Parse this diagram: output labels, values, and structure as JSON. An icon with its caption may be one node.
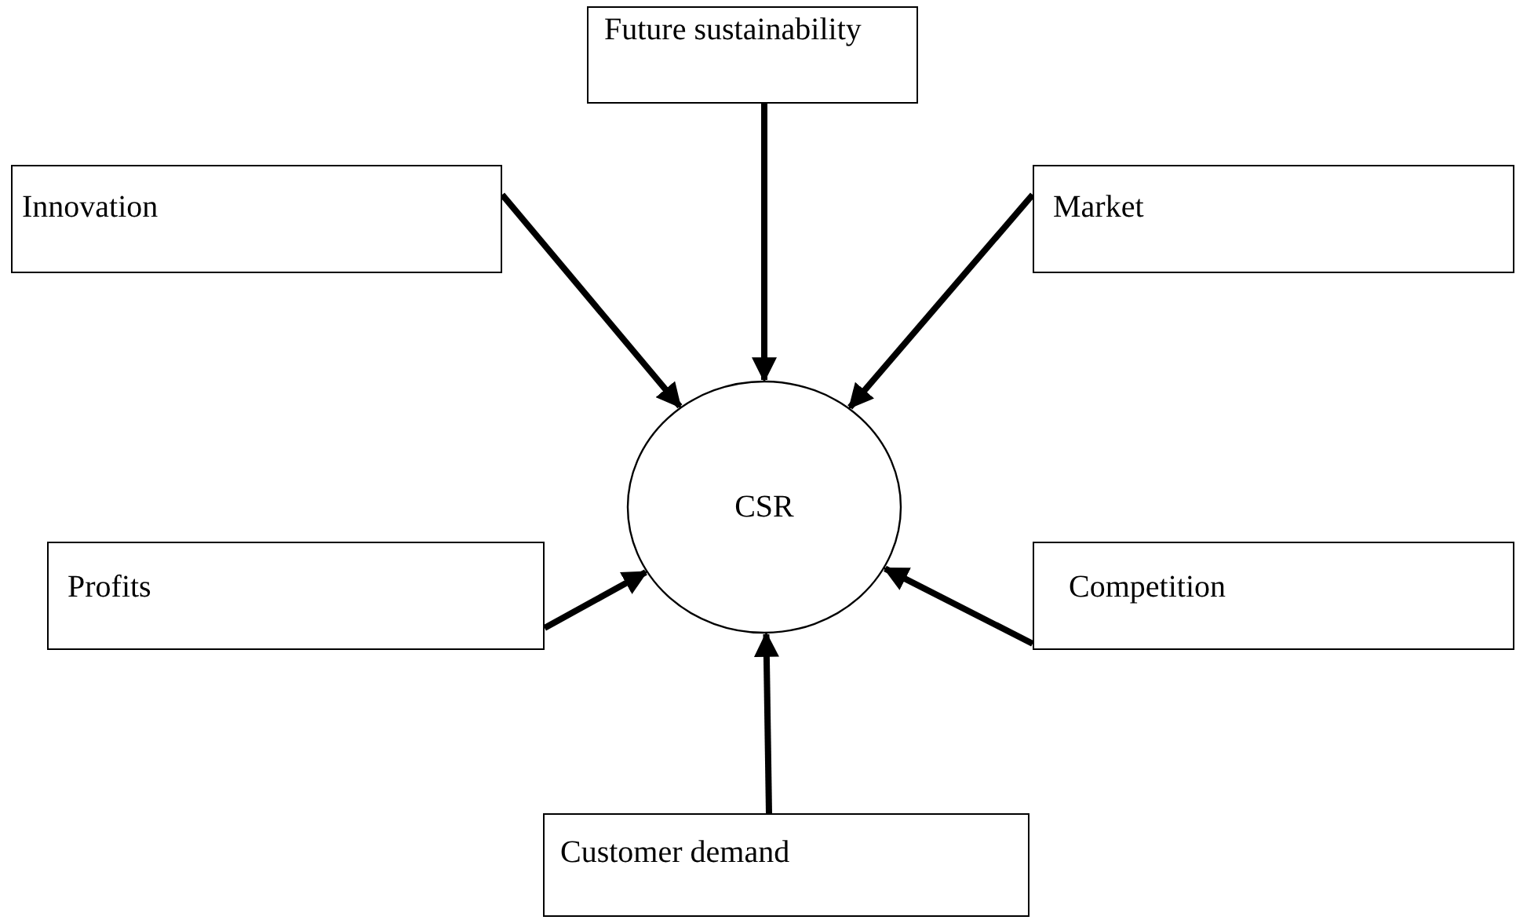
{
  "diagram": {
    "nodes": [
      {
        "text": [
          "Future sustainability"
        ]
      },
      {
        "text": [
          "Innovation"
        ]
      },
      {
        "text": [
          "Market"
        ]
      },
      {
        "text": [
          "CSR"
        ]
      },
      {
        "text": [
          "Profits"
        ]
      },
      {
        "text": [
          "Competition"
        ]
      },
      {
        "text": [
          "Customer demand"
        ]
      }
    ],
    "edges": [
      {
        "from": 0,
        "to": 3,
        "arrow": "to"
      },
      {
        "from": 1,
        "to": 3,
        "arrow": "to"
      },
      {
        "from": 2,
        "to": 3,
        "arrow": "to"
      },
      {
        "from": 4,
        "to": 3,
        "arrow": "to"
      },
      {
        "from": 5,
        "to": 3,
        "arrow": "to"
      },
      {
        "from": 6,
        "to": 3,
        "arrow": "to"
      }
    ]
  }
}
